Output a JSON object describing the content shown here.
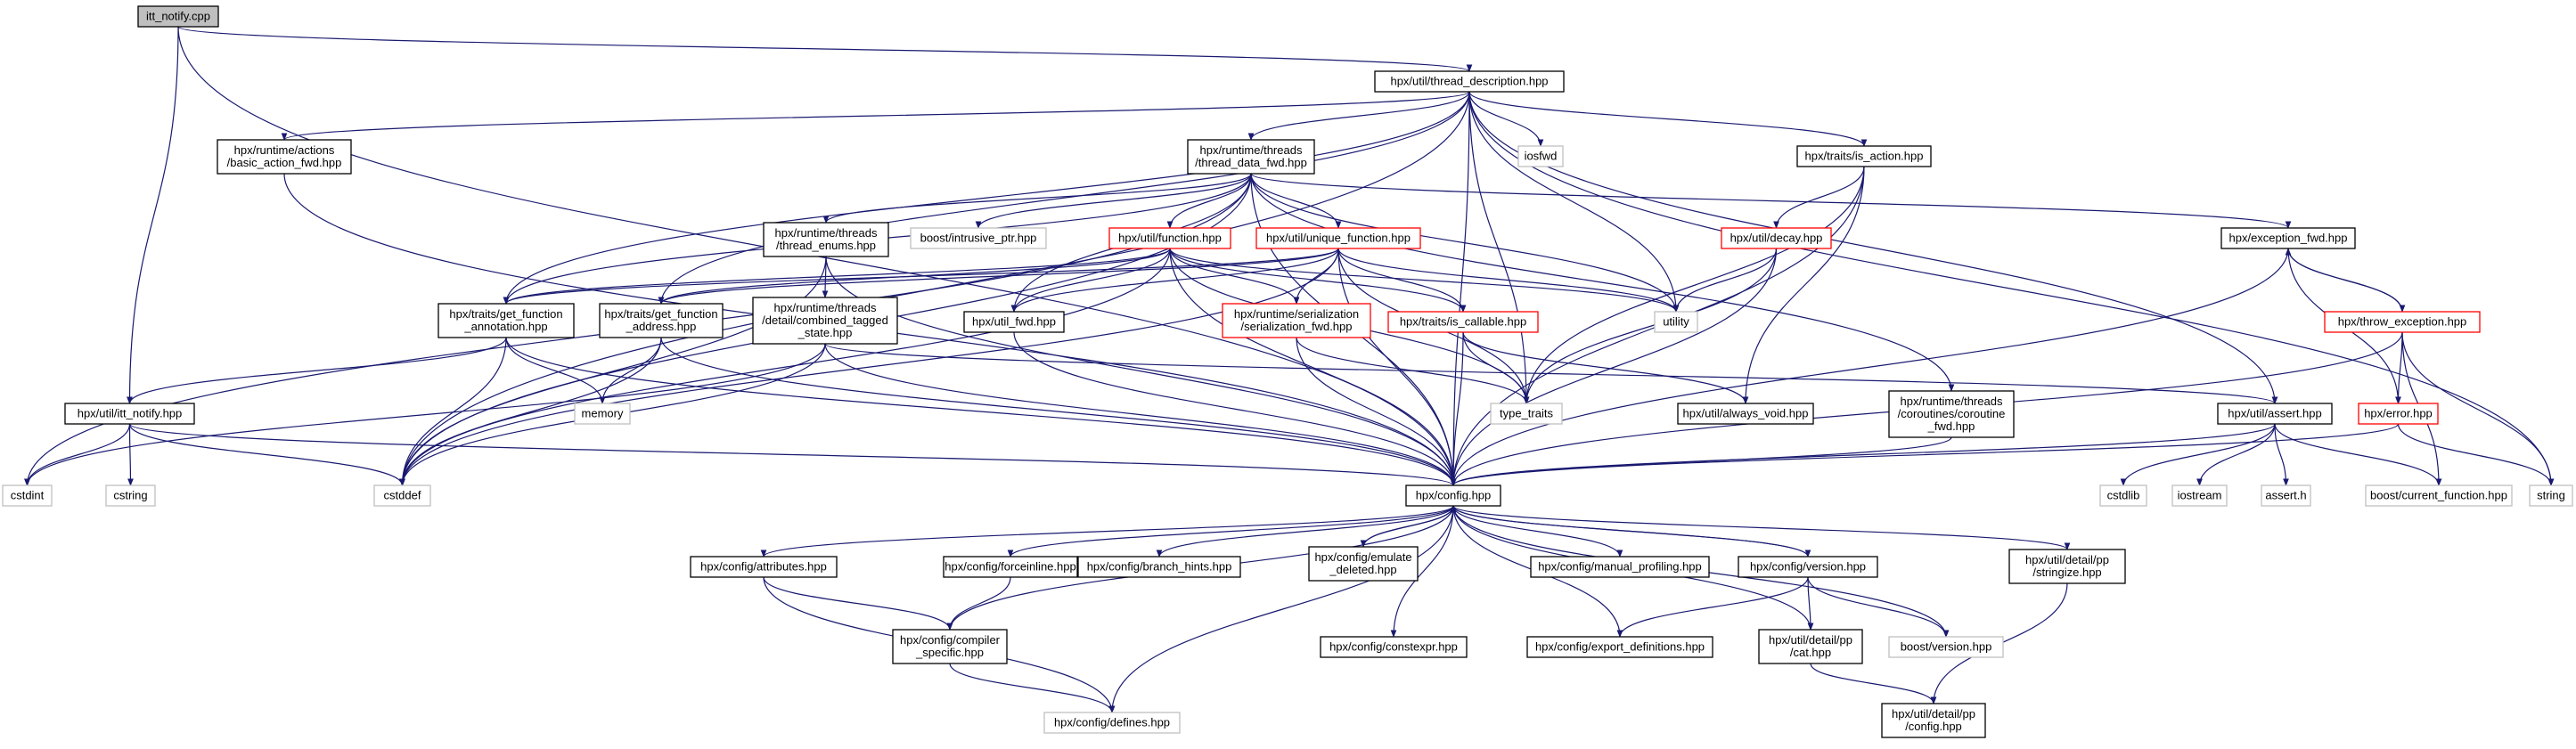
{
  "diagram": {
    "type": "include-dependency-graph",
    "colors": {
      "edge": "#191970",
      "root_fill": "#bfbfbf",
      "border_normal": "#000000",
      "border_truncated": "#ff0000",
      "border_external": "#bfbfbf"
    },
    "nodes": [
      {
        "id": "root",
        "lines": [
          "itt_notify.cpp"
        ],
        "kind": "root"
      },
      {
        "id": "thread_desc",
        "lines": [
          "hpx/util/thread_description.hpp"
        ],
        "kind": "normal"
      },
      {
        "id": "basic_action",
        "lines": [
          "hpx/runtime/actions",
          "/basic_action_fwd.hpp"
        ],
        "kind": "normal"
      },
      {
        "id": "thread_data_fwd",
        "lines": [
          "hpx/runtime/threads",
          "/thread_data_fwd.hpp"
        ],
        "kind": "normal"
      },
      {
        "id": "iosfwd",
        "lines": [
          "iosfwd"
        ],
        "kind": "external"
      },
      {
        "id": "is_action",
        "lines": [
          "hpx/traits/is_action.hpp"
        ],
        "kind": "normal"
      },
      {
        "id": "string",
        "lines": [
          "string"
        ],
        "kind": "external"
      },
      {
        "id": "thread_enums",
        "lines": [
          "hpx/runtime/threads",
          "/thread_enums.hpp"
        ],
        "kind": "normal"
      },
      {
        "id": "intrusive_ptr",
        "lines": [
          "boost/intrusive_ptr.hpp"
        ],
        "kind": "external"
      },
      {
        "id": "util_function",
        "lines": [
          "hpx/util/function.hpp"
        ],
        "kind": "truncated"
      },
      {
        "id": "unique_function",
        "lines": [
          "hpx/util/unique_function.hpp"
        ],
        "kind": "truncated"
      },
      {
        "id": "decay",
        "lines": [
          "hpx/util/decay.hpp"
        ],
        "kind": "truncated"
      },
      {
        "id": "exception_fwd",
        "lines": [
          "hpx/exception_fwd.hpp"
        ],
        "kind": "normal"
      },
      {
        "id": "throw_exception",
        "lines": [
          "hpx/throw_exception.hpp"
        ],
        "kind": "truncated"
      },
      {
        "id": "get_fn_annot",
        "lines": [
          "hpx/traits/get_function",
          "_annotation.hpp"
        ],
        "kind": "normal"
      },
      {
        "id": "get_fn_addr",
        "lines": [
          "hpx/traits/get_function",
          "_address.hpp"
        ],
        "kind": "normal"
      },
      {
        "id": "combined_tagged",
        "lines": [
          "hpx/runtime/threads",
          "/detail/combined_tagged",
          "_state.hpp"
        ],
        "kind": "normal"
      },
      {
        "id": "util_fwd",
        "lines": [
          "hpx/util_fwd.hpp"
        ],
        "kind": "normal"
      },
      {
        "id": "serialization_fwd",
        "lines": [
          "hpx/runtime/serialization",
          "/serialization_fwd.hpp"
        ],
        "kind": "truncated"
      },
      {
        "id": "is_callable",
        "lines": [
          "hpx/traits/is_callable.hpp"
        ],
        "kind": "truncated"
      },
      {
        "id": "utility",
        "lines": [
          "utility"
        ],
        "kind": "external"
      },
      {
        "id": "itt_notify_hpp",
        "lines": [
          "hpx/util/itt_notify.hpp"
        ],
        "kind": "normal"
      },
      {
        "id": "memory",
        "lines": [
          "memory"
        ],
        "kind": "external"
      },
      {
        "id": "type_traits",
        "lines": [
          "type_traits"
        ],
        "kind": "external"
      },
      {
        "id": "always_void",
        "lines": [
          "hpx/util/always_void.hpp"
        ],
        "kind": "normal"
      },
      {
        "id": "coroutine_fwd",
        "lines": [
          "hpx/runtime/threads",
          "/coroutines/coroutine",
          "_fwd.hpp"
        ],
        "kind": "normal"
      },
      {
        "id": "assert",
        "lines": [
          "hpx/util/assert.hpp"
        ],
        "kind": "normal"
      },
      {
        "id": "error",
        "lines": [
          "hpx/error.hpp"
        ],
        "kind": "truncated"
      },
      {
        "id": "cstdint",
        "lines": [
          "cstdint"
        ],
        "kind": "external"
      },
      {
        "id": "cstring",
        "lines": [
          "cstring"
        ],
        "kind": "external"
      },
      {
        "id": "cstddef",
        "lines": [
          "cstddef"
        ],
        "kind": "external"
      },
      {
        "id": "config",
        "lines": [
          "hpx/config.hpp"
        ],
        "kind": "normal"
      },
      {
        "id": "cstdlib",
        "lines": [
          "cstdlib"
        ],
        "kind": "external"
      },
      {
        "id": "iostream",
        "lines": [
          "iostream"
        ],
        "kind": "external"
      },
      {
        "id": "assert_h",
        "lines": [
          "assert.h"
        ],
        "kind": "external"
      },
      {
        "id": "current_function",
        "lines": [
          "boost/current_function.hpp"
        ],
        "kind": "external"
      },
      {
        "id": "attributes",
        "lines": [
          "hpx/config/attributes.hpp"
        ],
        "kind": "normal"
      },
      {
        "id": "forceinline",
        "lines": [
          "hpx/config/forceinline.hpp"
        ],
        "kind": "normal"
      },
      {
        "id": "branch_hints",
        "lines": [
          "hpx/config/branch_hints.hpp"
        ],
        "kind": "normal"
      },
      {
        "id": "emulate_deleted",
        "lines": [
          "hpx/config/emulate",
          "_deleted.hpp"
        ],
        "kind": "normal"
      },
      {
        "id": "manual_profiling",
        "lines": [
          "hpx/config/manual_profiling.hpp"
        ],
        "kind": "normal"
      },
      {
        "id": "version",
        "lines": [
          "hpx/config/version.hpp"
        ],
        "kind": "normal"
      },
      {
        "id": "stringize",
        "lines": [
          "hpx/util/detail/pp",
          "/stringize.hpp"
        ],
        "kind": "normal"
      },
      {
        "id": "compiler_specific",
        "lines": [
          "hpx/config/compiler",
          "_specific.hpp"
        ],
        "kind": "normal"
      },
      {
        "id": "constexpr",
        "lines": [
          "hpx/config/constexpr.hpp"
        ],
        "kind": "normal"
      },
      {
        "id": "export_defs",
        "lines": [
          "hpx/config/export_definitions.hpp"
        ],
        "kind": "normal"
      },
      {
        "id": "pp_cat",
        "lines": [
          "hpx/util/detail/pp",
          "/cat.hpp"
        ],
        "kind": "normal"
      },
      {
        "id": "boost_version",
        "lines": [
          "boost/version.hpp"
        ],
        "kind": "external"
      },
      {
        "id": "defines",
        "lines": [
          "hpx/config/defines.hpp"
        ],
        "kind": "external"
      },
      {
        "id": "pp_config",
        "lines": [
          "hpx/util/detail/pp",
          "/config.hpp"
        ],
        "kind": "normal"
      }
    ]
  }
}
